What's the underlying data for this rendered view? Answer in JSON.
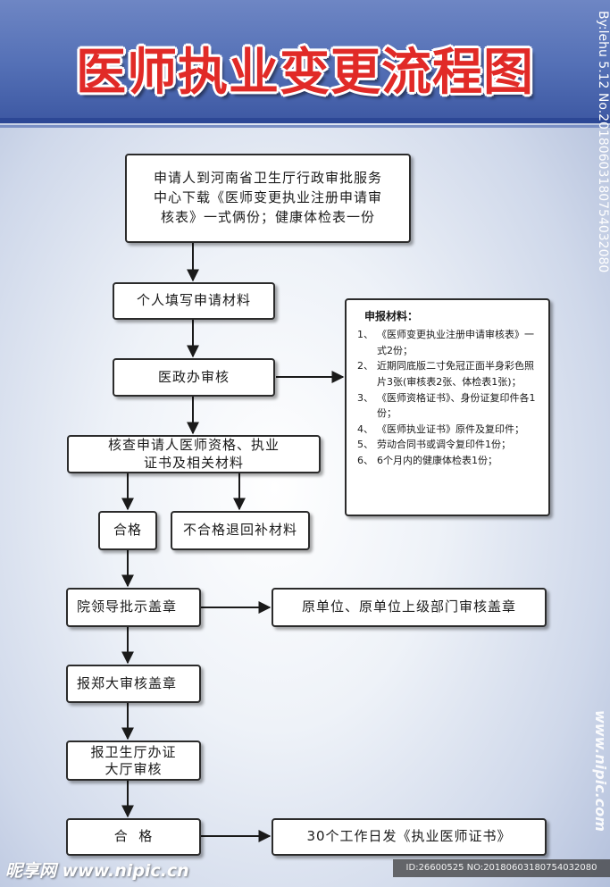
{
  "title": "医师执业变更流程图",
  "side_text": "By:lehu 5.12 No.20180603180754032080",
  "flow": {
    "step1": "申请人到河南省卫生厅行政审批服务\n中心下载《医师变更执业注册申请审\n核表》一式俩份；健康体检表一份",
    "step2": "个人填写申请材料",
    "step3": "医政办审核",
    "step4": "核查申请人医师资格、执业\n证书及相关材料",
    "pass1": "合格",
    "fail": "不合格退回补材料",
    "step5": "院领导批示盖章",
    "step5_side": "原单位、原单位上级部门审核盖章",
    "step6": "报郑大审核盖章",
    "step7": "报卫生厅办证\n大厅审核",
    "pass2": "合  格",
    "final": "30个工作日发《执业医师证书》"
  },
  "requirements": {
    "title": "申报材料：",
    "items": [
      {
        "num": "1、",
        "text": "《医师变更执业注册申请审核表》一式2份；"
      },
      {
        "num": "2、",
        "text": "近期同底版二寸免冠正面半身彩色照片3张(审核表2张、体检表1张)；"
      },
      {
        "num": "3、",
        "text": "《医师资格证书》、身份证复印件各1份；"
      },
      {
        "num": "4、",
        "text": "《医师执业证书》原件及复印件；"
      },
      {
        "num": "5、",
        "text": "劳动合同书或调令复印件1份；"
      },
      {
        "num": "6、",
        "text": "6个月内的健康体检表1份；"
      }
    ]
  },
  "watermark": {
    "logo": "昵享网 www.nipic.cn",
    "id": "ID:26600525 NO:20180603180754032080",
    "site": "www.nipic.com"
  }
}
